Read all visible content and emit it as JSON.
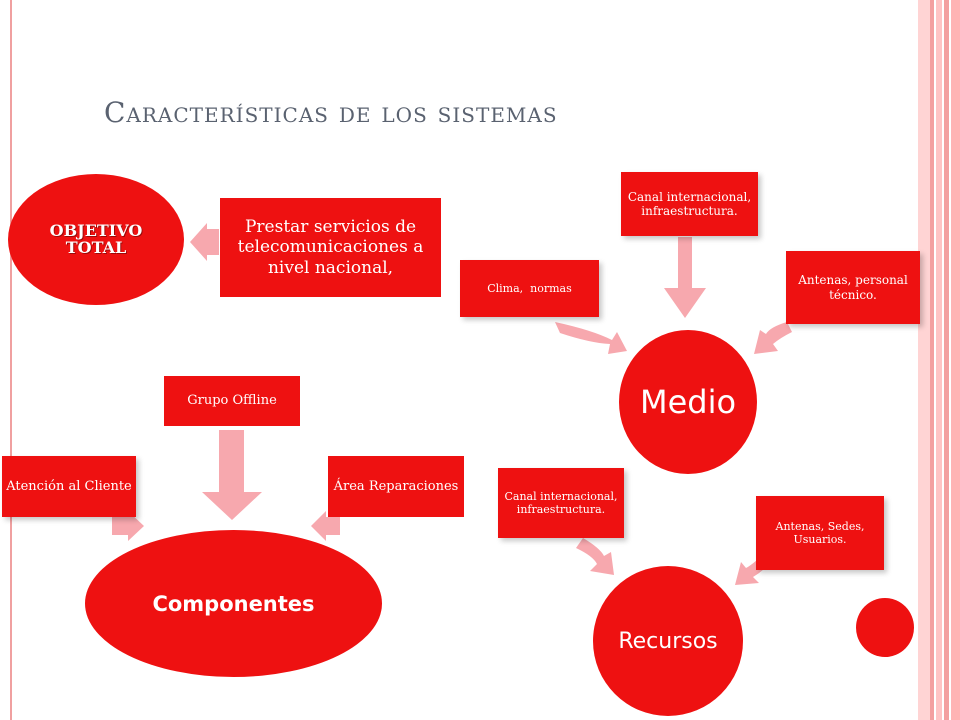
{
  "title": "Características de los sistemas",
  "objetivo": {
    "label": "OBJETIVO TOTAL",
    "description": "Prestar servicios de telecomunicaciones a nivel nacional,"
  },
  "medio": {
    "label": "Medio",
    "inputs": [
      "Canal internacional, infraestructura.",
      "Clima,  normas",
      "Antenas, personal técnico."
    ]
  },
  "componentes": {
    "label": "Componentes",
    "inputs": [
      "Grupo Offline",
      "Atención al Cliente",
      "Área Reparaciones"
    ]
  },
  "recursos": {
    "label": "Recursos",
    "inputs": [
      "Canal internacional, infraestructura.",
      "Antenas, Sedes, Usuarios."
    ]
  },
  "colors": {
    "node": "#ee1111",
    "arrow": "#f7a8ae",
    "title": "#5a6270",
    "frame": "#f0a0a0"
  }
}
